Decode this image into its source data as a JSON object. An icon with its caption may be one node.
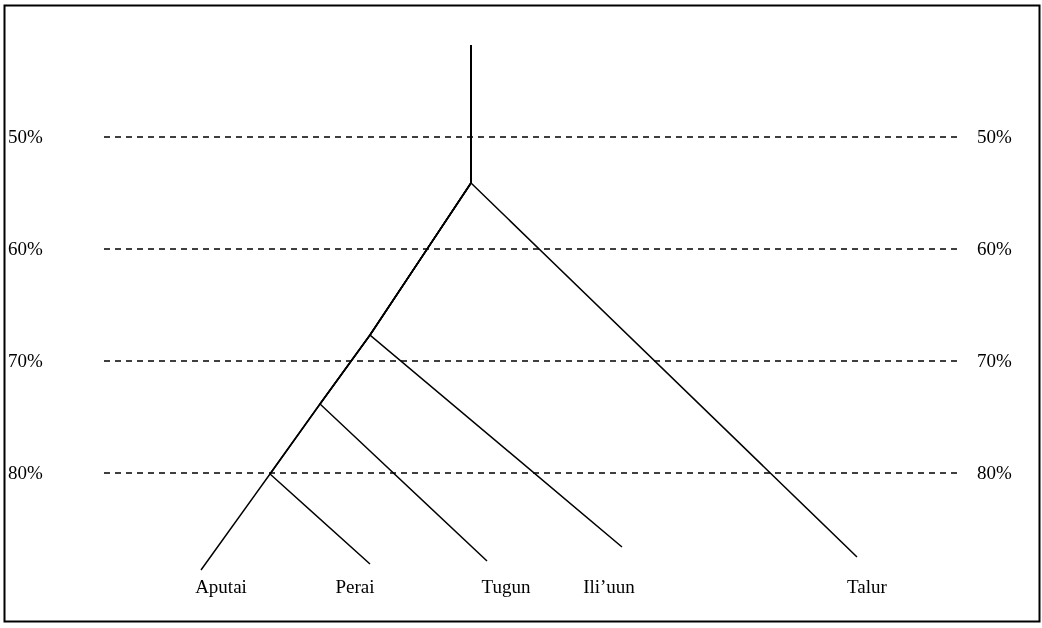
{
  "diagram": {
    "nodes": [
      {
        "text": [
          "Aputai"
        ]
      },
      {
        "text": [
          "Perai"
        ]
      },
      {
        "text": [
          "Tugun"
        ]
      },
      {
        "text": [
          "Ili’uun"
        ]
      },
      {
        "text": [
          "Talur"
        ]
      }
    ],
    "edges": [
      {
        "from": null,
        "to": 0,
        "arrow": "none"
      },
      {
        "from": null,
        "to": 1,
        "arrow": "none"
      },
      {
        "from": null,
        "to": 2,
        "arrow": "none"
      },
      {
        "from": null,
        "to": 3,
        "arrow": "none"
      },
      {
        "from": null,
        "to": 4,
        "arrow": "none"
      }
    ],
    "labels": [
      "50%",
      "50%",
      "60%",
      "60%",
      "70%",
      "70%",
      "80%",
      "80%"
    ]
  }
}
